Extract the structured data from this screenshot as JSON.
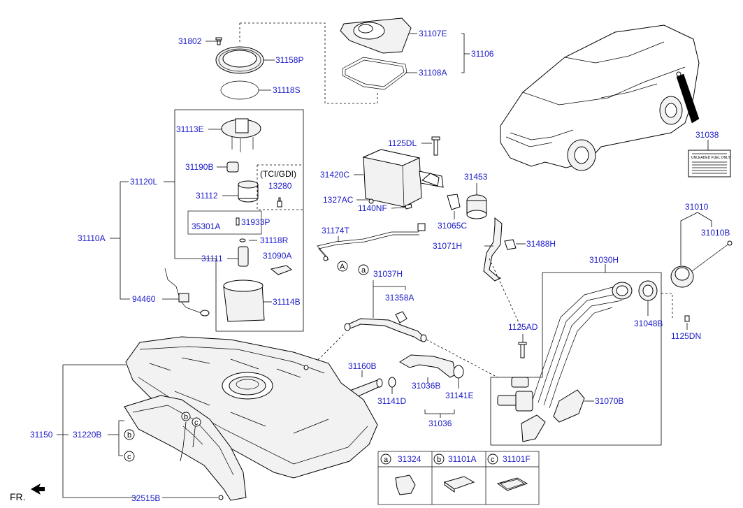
{
  "parts": [
    "31802",
    "31158P",
    "31118S",
    "31107E",
    "31108A",
    "31106",
    "31113E",
    "31190B",
    "31120L",
    "31112",
    "13280",
    "35301A",
    "31933P",
    "31118R",
    "31110A",
    "31111",
    "31090A",
    "94460",
    "31114B",
    "1125DL",
    "31420C",
    "31453",
    "1327AC",
    "1140NF",
    "31065C",
    "31174T",
    "31071H",
    "31488H",
    "31037H",
    "31358A",
    "31030H",
    "31038",
    "31010",
    "31010B",
    "31048B",
    "1125AD",
    "1125DN",
    "31160B",
    "31036B",
    "31141D",
    "31141E",
    "31036",
    "31070B",
    "31150",
    "31220B",
    "32515B",
    "31324",
    "31101A",
    "31101F"
  ],
  "tci_gdi": "(TCI/GDI)",
  "callouts": [
    "A",
    "a",
    "b",
    "c"
  ],
  "fr_label": "FR.",
  "legend": [
    {
      "letter": "a",
      "part": "31324"
    },
    {
      "letter": "b",
      "part": "31101A"
    },
    {
      "letter": "c",
      "part": "31101F"
    }
  ],
  "fuel_label_heading": "UNLEADED FUEL ONLY"
}
